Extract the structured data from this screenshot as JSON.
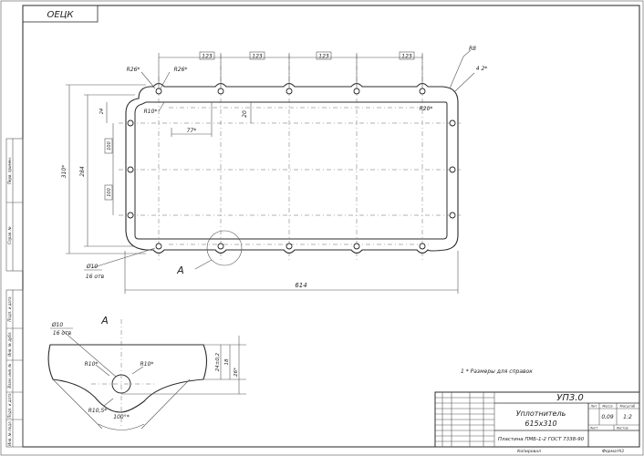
{
  "stamp_code": "ОЕЦК",
  "main_dims": {
    "pitch_top": [
      "123",
      "123",
      "123",
      "123"
    ],
    "r26_left": "R26*",
    "r26_right": "R26*",
    "r10": "R10*",
    "r20": "R20*",
    "d77": "77*",
    "d20": "20",
    "r8": "R8",
    "holes_top": "4 2*",
    "h310": "310*",
    "h284": "284",
    "h24": "24",
    "v100a": "100",
    "v100b": "100",
    "bottom_hole": "Ø10",
    "bottom_hole_count": "16 отв",
    "width": "614",
    "view_callout": "А"
  },
  "detail": {
    "title": "А",
    "hole_dia": "Ø10",
    "hole_count": "16 отв",
    "r10a": "R10*",
    "r10b": "R10*",
    "r105": "R10,5*",
    "angle": "100°*",
    "d24": "24±0,2",
    "d18": "18",
    "d26": "26*"
  },
  "note": "1 * Размеры для справок",
  "title_block": {
    "code": "УП3.0",
    "name_line1": "Уплотнитель",
    "name_line2": "615х310",
    "material": "Пластина ПМБ-1-2 ГОСТ 7338-90",
    "mass_header": "Масса",
    "scale_header": "Масштаб",
    "lit_header": "Лит",
    "mass": "0,09",
    "scale": "1:2",
    "sheet_label": "Лист",
    "sheets_label": "Листов",
    "format_label": "Формат",
    "format": "А3",
    "copied_label": "Копировал"
  },
  "side_labels": [
    "Перв. примен.",
    "Справ. №",
    "Подп. и дата",
    "Инв. № дубл.",
    "Взам. инв. №",
    "Подп. и дата",
    "Инв. № подл."
  ]
}
